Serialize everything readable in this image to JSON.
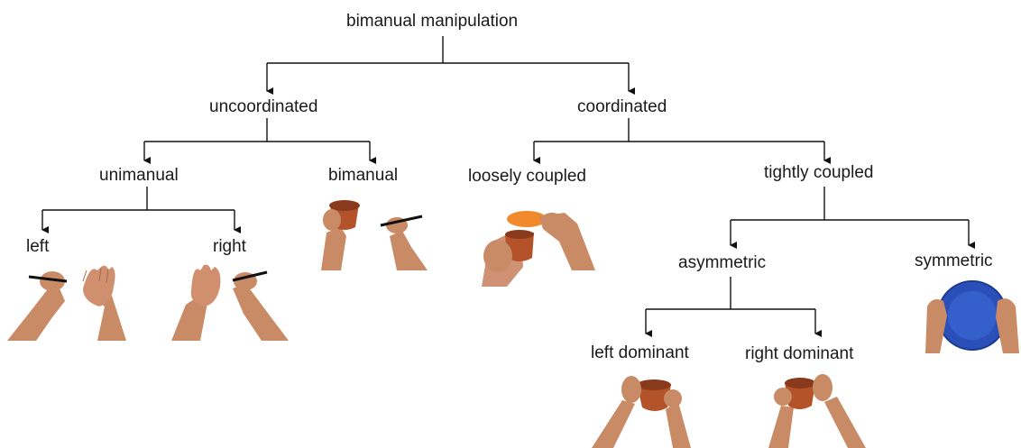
{
  "diagram": {
    "title": "bimanual manipulation",
    "nodes": {
      "uncoordinated": "uncoordinated",
      "coordinated": "coordinated",
      "unimanual": "unimanual",
      "bimanual": "bimanual",
      "loosely_coupled": "loosely coupled",
      "tightly_coupled": "tightly coupled",
      "left": "left",
      "right": "right",
      "asymmetric": "asymmetric",
      "symmetric": "symmetric",
      "left_dominant": "left dominant",
      "right_dominant": "right dominant"
    },
    "edges": [
      [
        "bimanual manipulation",
        "uncoordinated"
      ],
      [
        "bimanual manipulation",
        "coordinated"
      ],
      [
        "uncoordinated",
        "unimanual"
      ],
      [
        "uncoordinated",
        "bimanual"
      ],
      [
        "coordinated",
        "loosely coupled"
      ],
      [
        "coordinated",
        "tightly coupled"
      ],
      [
        "unimanual",
        "left"
      ],
      [
        "unimanual",
        "right"
      ],
      [
        "tightly coupled",
        "asymmetric"
      ],
      [
        "tightly coupled",
        "symmetric"
      ],
      [
        "asymmetric",
        "left dominant"
      ],
      [
        "asymmetric",
        "right dominant"
      ]
    ],
    "colors": {
      "line": "#111111",
      "skin": "#c98a66",
      "skin_shadow": "#a86a48",
      "pot": "#b4532a",
      "pot_dark": "#8a3a1c",
      "lid": "#f08a2c",
      "plate": "#2a4fb8",
      "pen": "#111111"
    }
  }
}
